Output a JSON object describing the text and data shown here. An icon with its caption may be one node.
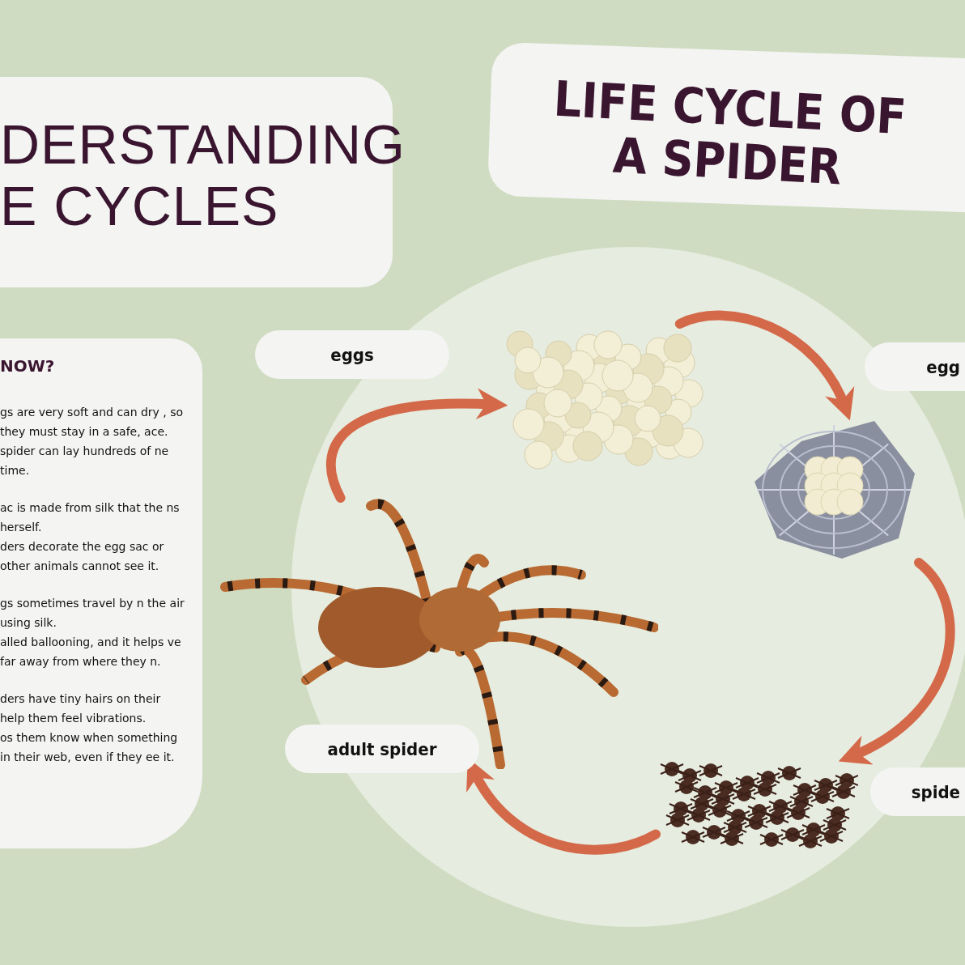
{
  "diagram": {
    "title": "LIFE CYCLE OF A SPIDER",
    "nodes": [
      {
        "text": [
          "eggs"
        ]
      },
      {
        "text": [],
        "shape": "picture"
      },
      {
        "text": [
          "egg"
        ]
      },
      {
        "text": [],
        "shape": "picture"
      },
      {
        "text": [],
        "shape": "picture"
      },
      {
        "text": [
          "spide"
        ]
      },
      {
        "text": [],
        "shape": "picture"
      },
      {
        "text": [
          "adult spider"
        ]
      }
    ],
    "edges": [
      {
        "from": 1,
        "to": 3,
        "arrow": "to"
      },
      {
        "from": 3,
        "to": 4,
        "arrow": "to"
      },
      {
        "from": 4,
        "to": 6,
        "arrow": "to"
      },
      {
        "from": 6,
        "to": 1,
        "arrow": "to"
      }
    ],
    "labels": [
      "DERSTANDING E CYCLES",
      "NOW?",
      "gs are very soft and can dry , so they must stay in a safe, ace.",
      "spider can lay hundreds of ne time.",
      "ac is made from silk that the ns herself.",
      "ders decorate the egg sac or other animals cannot see it.",
      "gs sometimes travel by n the air using silk.",
      "alled ballooning, and it helps ve far away from where they n.",
      "ders have tiny hairs on their help them feel vibrations.",
      "os them know when something in their web, even if they ee it."
    ]
  }
}
